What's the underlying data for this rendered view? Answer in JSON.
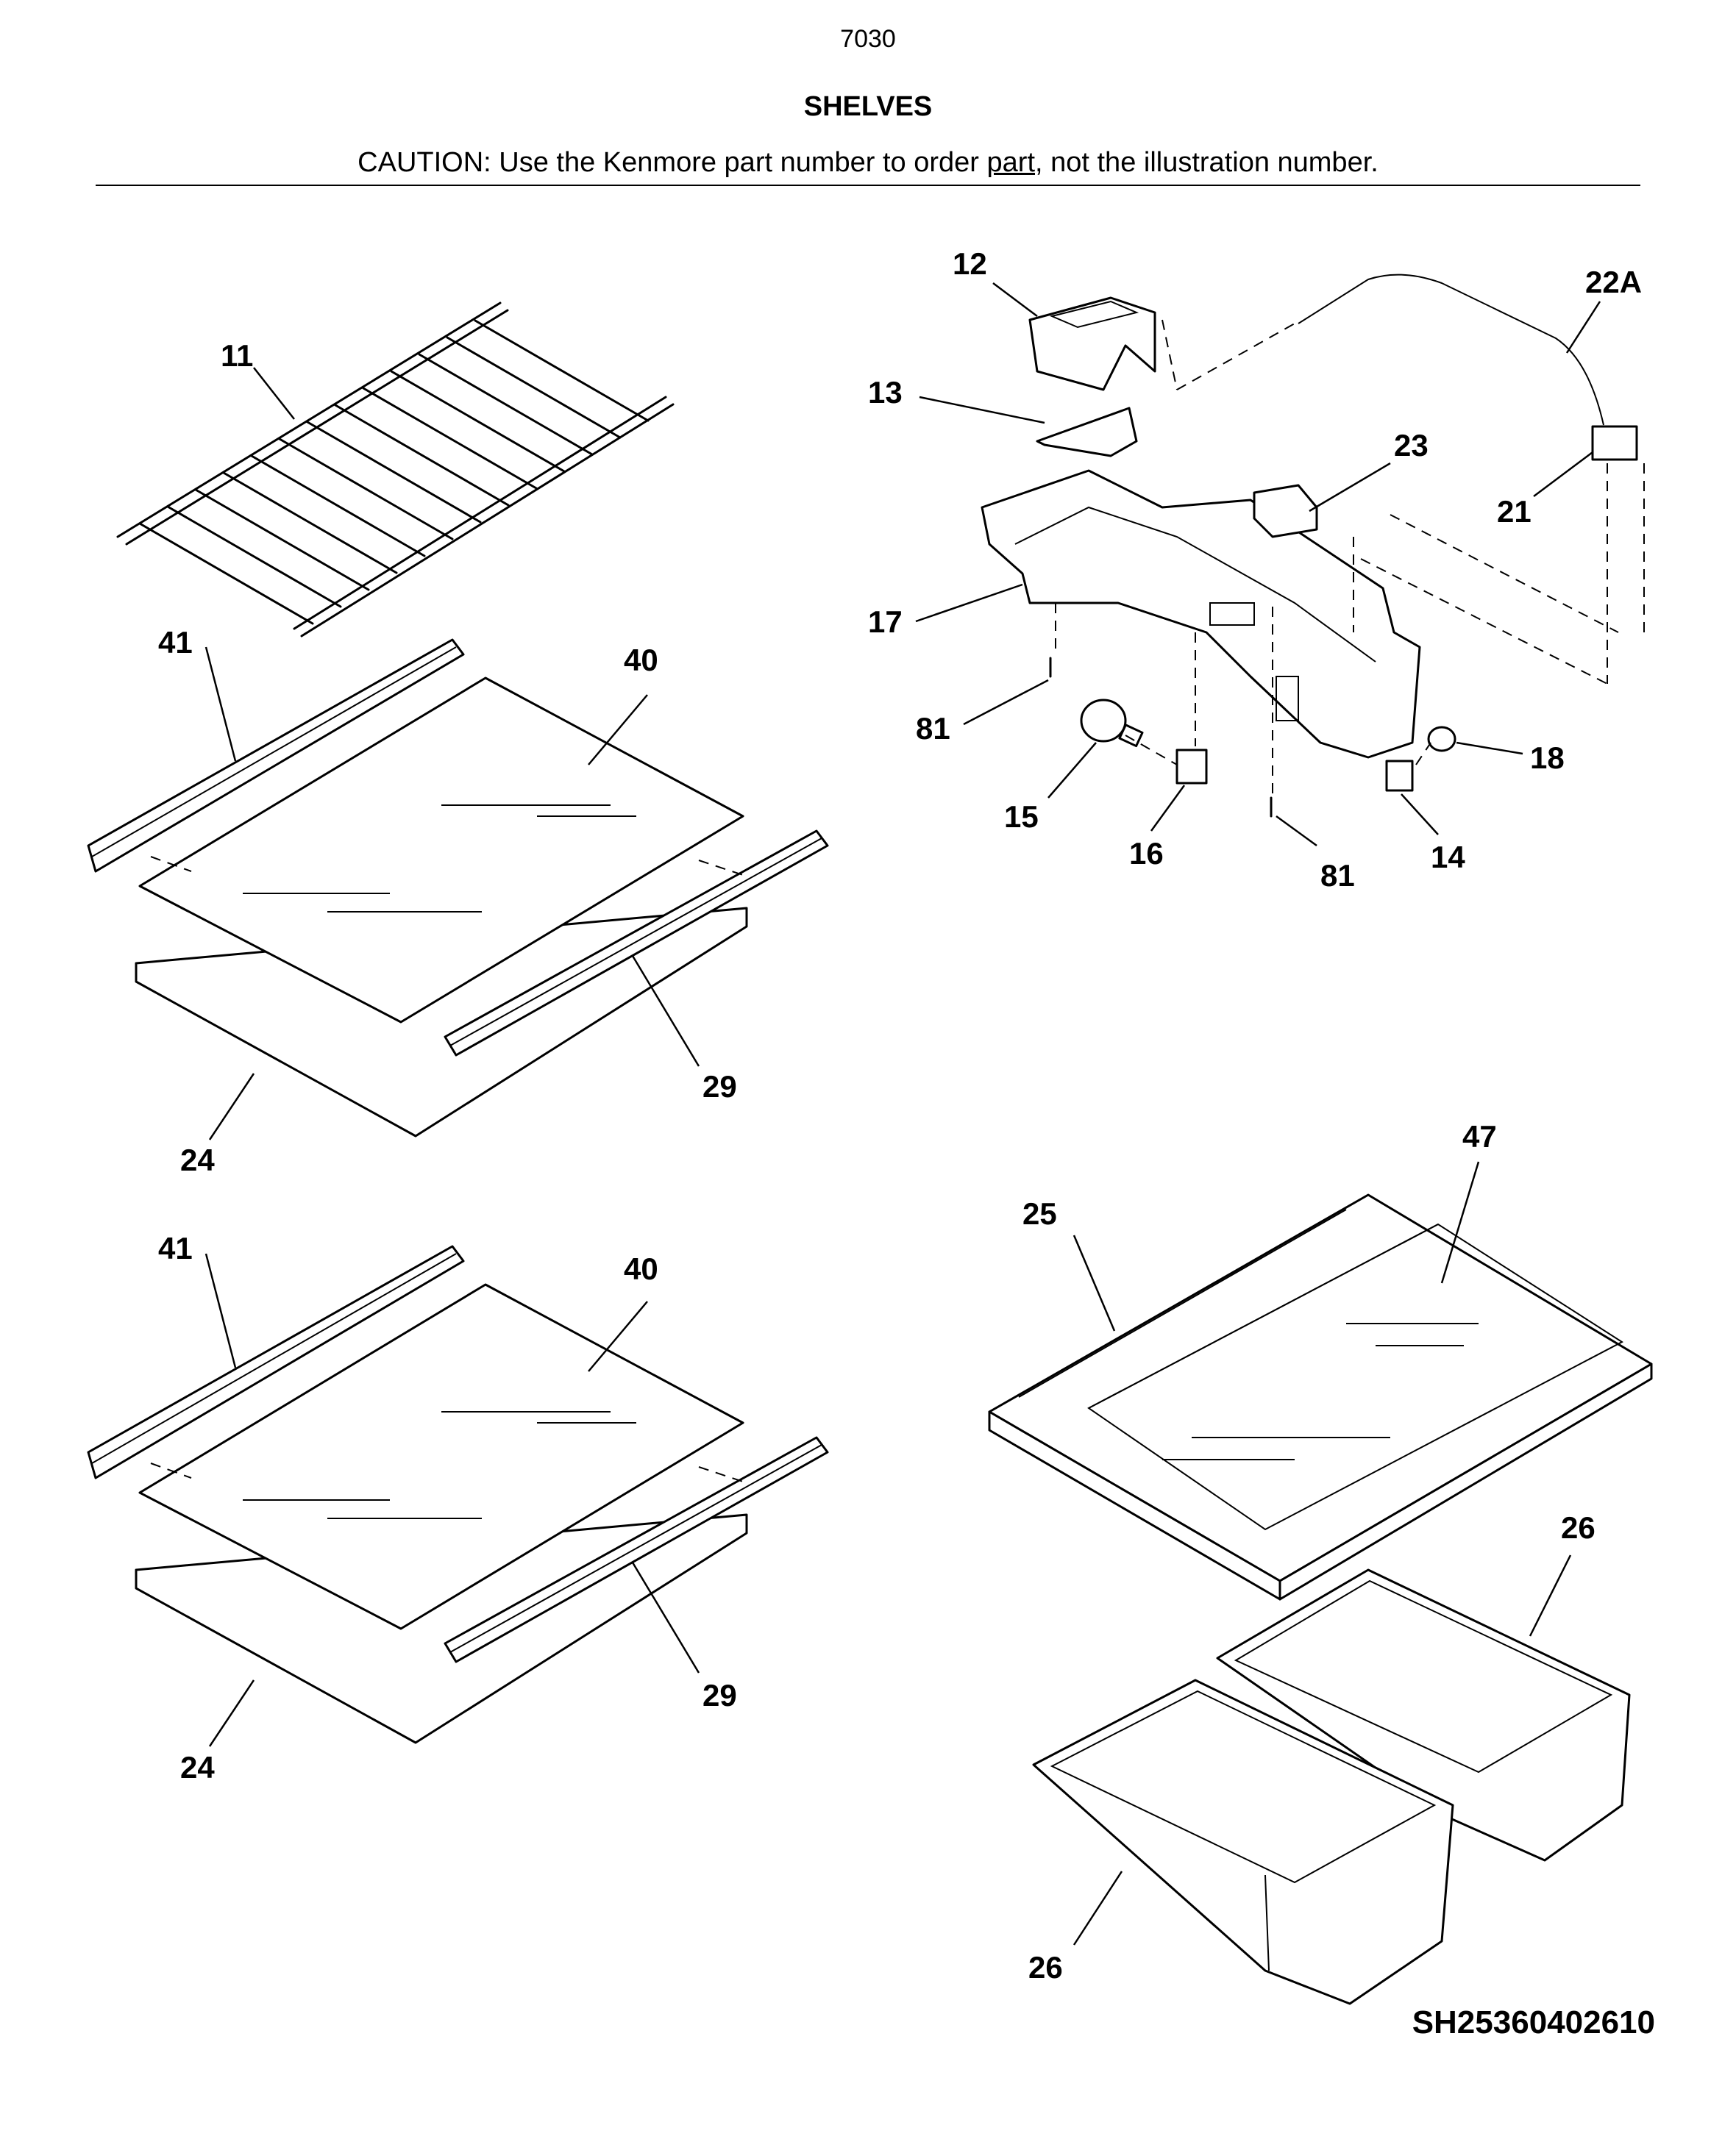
{
  "page_number": "7030",
  "title": "SHELVES",
  "caution": {
    "before": "CAUTION: Use the Kenmore part number to order ",
    "underlined": "part",
    "after": ", not the illustration number."
  },
  "callouts": {
    "c11": "11",
    "c41a": "41",
    "c40a": "40",
    "c29a": "29",
    "c24a": "24",
    "c41b": "41",
    "c40b": "40",
    "c29b": "29",
    "c24b": "24",
    "c12": "12",
    "c13": "13",
    "c17": "17",
    "c81a": "81",
    "c15": "15",
    "c16": "16",
    "c81b": "81",
    "c14": "14",
    "c18": "18",
    "c23": "23",
    "c21": "21",
    "c22a": "22A",
    "c25": "25",
    "c47": "47",
    "c26a": "26",
    "c26b": "26"
  },
  "drawing_code": "SH25360402610"
}
